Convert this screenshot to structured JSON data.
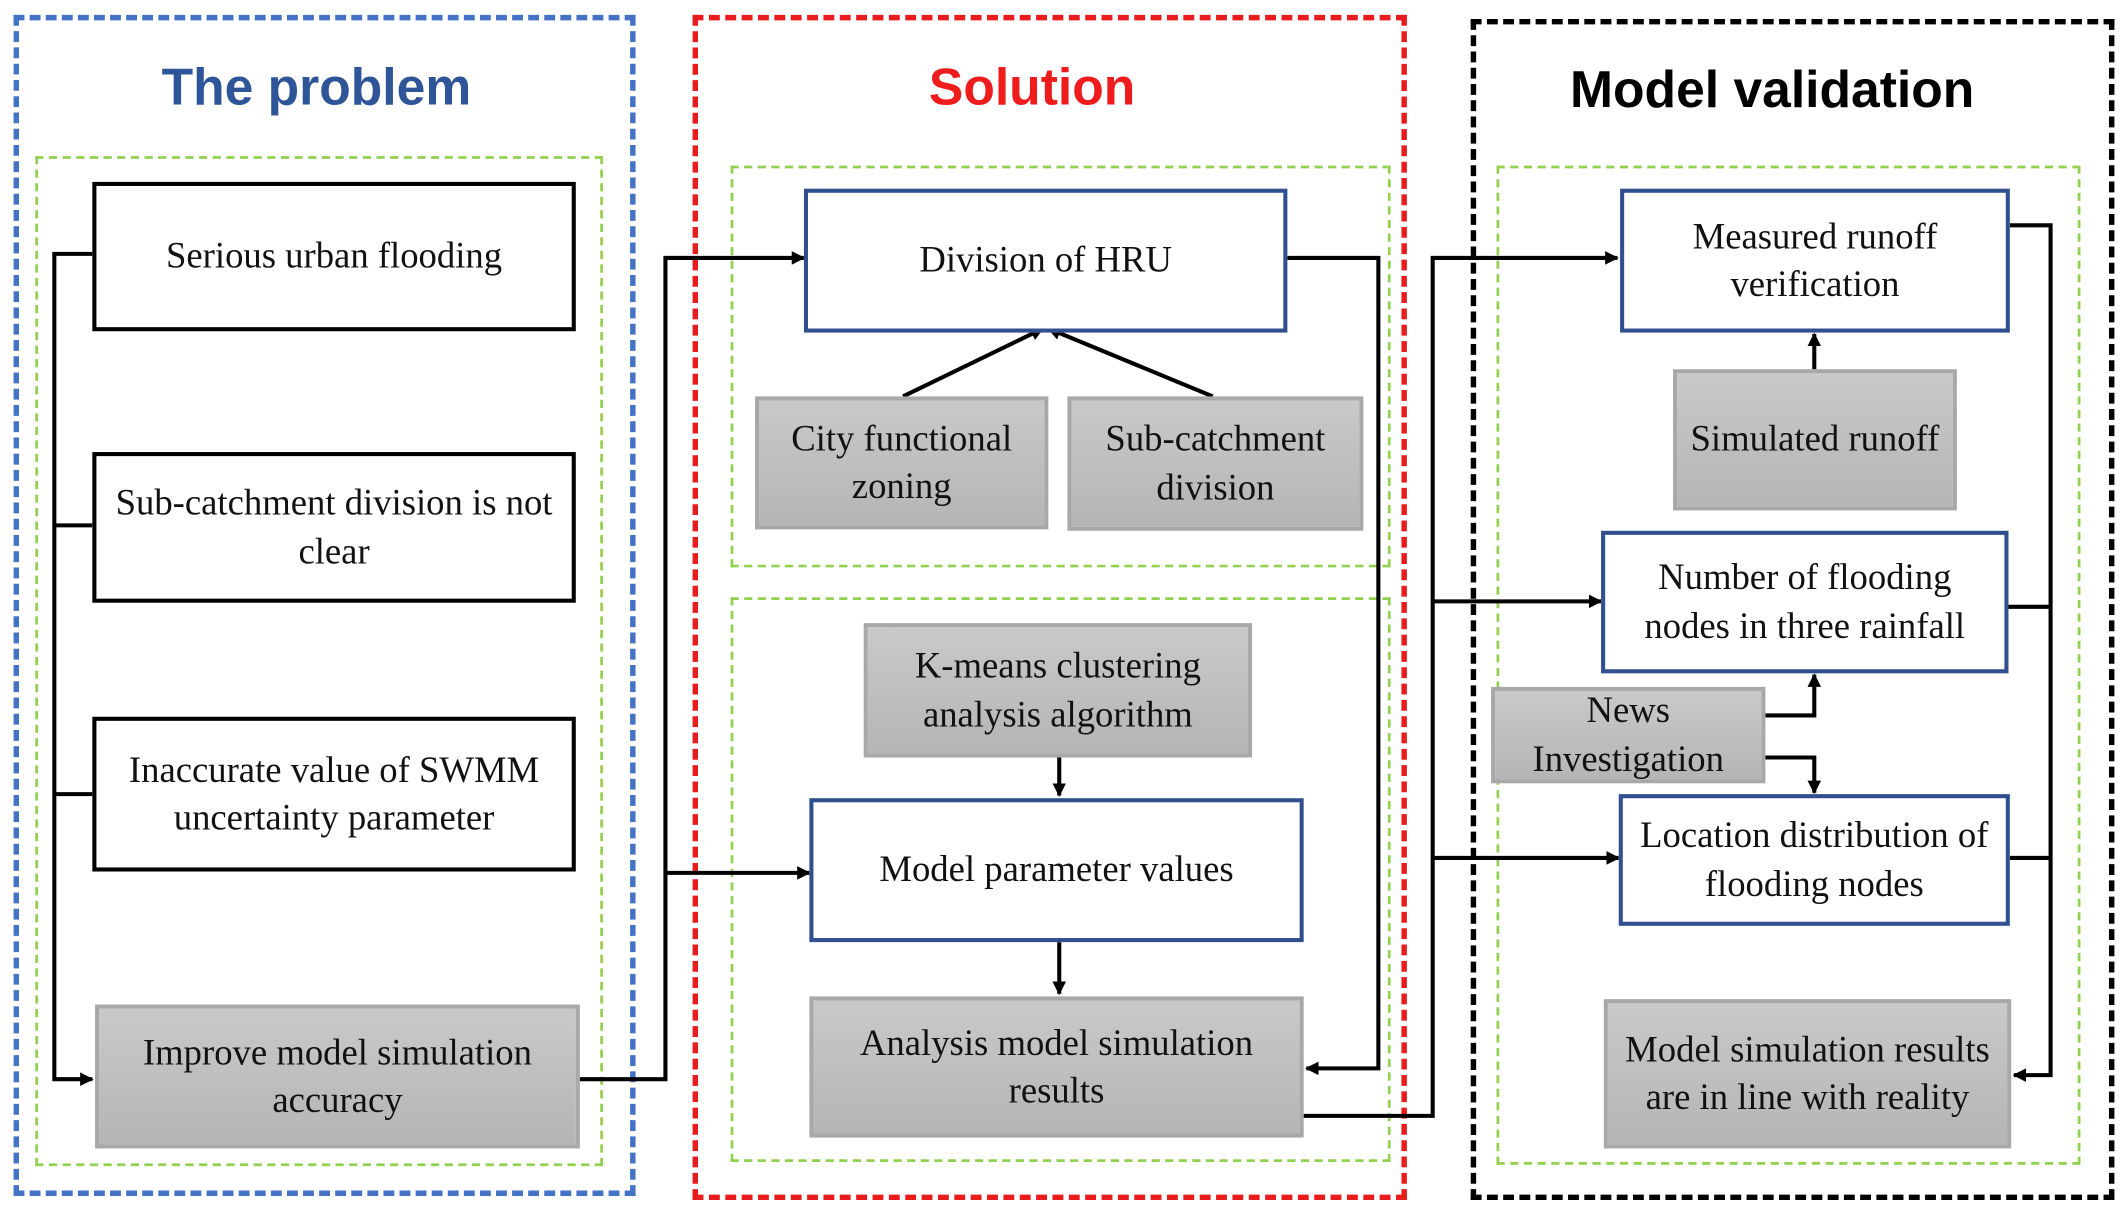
{
  "panels": {
    "problem": {
      "title": "The problem",
      "title_color": "#2e5597",
      "border_color": "#4472c4",
      "boxes": {
        "flooding": "Serious urban flooding",
        "subcatchment": "Sub-catchment division is not clear",
        "inaccurate": "Inaccurate value of SWMM uncertainty parameter",
        "improve": "Improve model simulation accuracy"
      }
    },
    "solution": {
      "title": "Solution",
      "title_color": "#ee1c1c",
      "border_color": "#e81c1c",
      "boxes": {
        "hru": "Division of HRU",
        "city_zoning": "City functional zoning",
        "subcatchment_division": "Sub-catchment division",
        "kmeans": "K-means clustering analysis algorithm",
        "parameter_values": "Model parameter values",
        "analysis": "Analysis model simulation results"
      }
    },
    "validation": {
      "title": "Model validation",
      "title_color": "#000000",
      "border_color": "#000000",
      "boxes": {
        "measured": "Measured runoff verification",
        "simulated": "Simulated runoff",
        "number_nodes": "Number of flooding nodes in three rainfall",
        "news": "News Investigation",
        "location": "Location distribution of flooding nodes",
        "results": "Model simulation results are in line with reality"
      }
    }
  },
  "colors": {
    "inner_border": "#92d050",
    "gray_fill": "#bfbfbf",
    "blue_box_border": "#2f4f8f"
  }
}
